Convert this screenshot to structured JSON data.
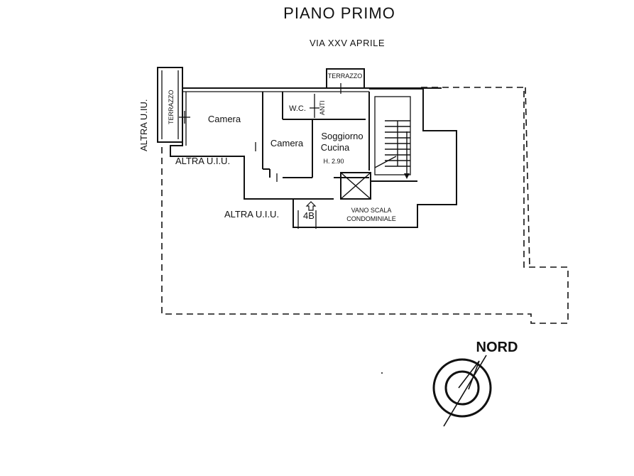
{
  "title": "PIANO PRIMO",
  "street": "VIA XXV APRILE",
  "rooms": {
    "camera_1": "Camera",
    "camera_2": "Camera",
    "soggiorno": "Soggiorno",
    "cucina": "Cucina",
    "height": "H. 2.90",
    "wc": "W.C.",
    "anti": "ANTI",
    "terrazzo_top": "TERRAZZO",
    "terrazzo_left": "TERRAZZO"
  },
  "neighbours": {
    "left_vertical": "ALTRA U.IU.",
    "left_mid": "ALTRA U.I.U.",
    "bottom": "ALTRA U.I.U."
  },
  "unit_number": "4B",
  "stair": {
    "line1": "VANO SCALA",
    "line2": "CONDOMINIALE"
  },
  "compass": {
    "label": "NORD",
    "icon": "north-arrow-icon"
  },
  "colors": {
    "ink": "#111111",
    "paper": "#ffffff"
  }
}
